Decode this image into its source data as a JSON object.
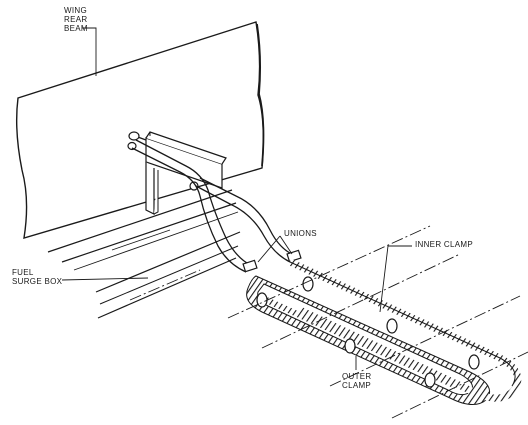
{
  "labels": {
    "wing_rear_beam": [
      "WING",
      "REAR",
      "BEAM"
    ],
    "fuel_surge_box": [
      "FUEL",
      "SURGE BOX"
    ],
    "unions": "UNIONS",
    "inner_clamp": "INNER CLAMP",
    "outer_clamp": [
      "OUTER",
      "CLAMP"
    ]
  },
  "colors": {
    "ink": "#1a1a1a",
    "background": "#ffffff"
  }
}
